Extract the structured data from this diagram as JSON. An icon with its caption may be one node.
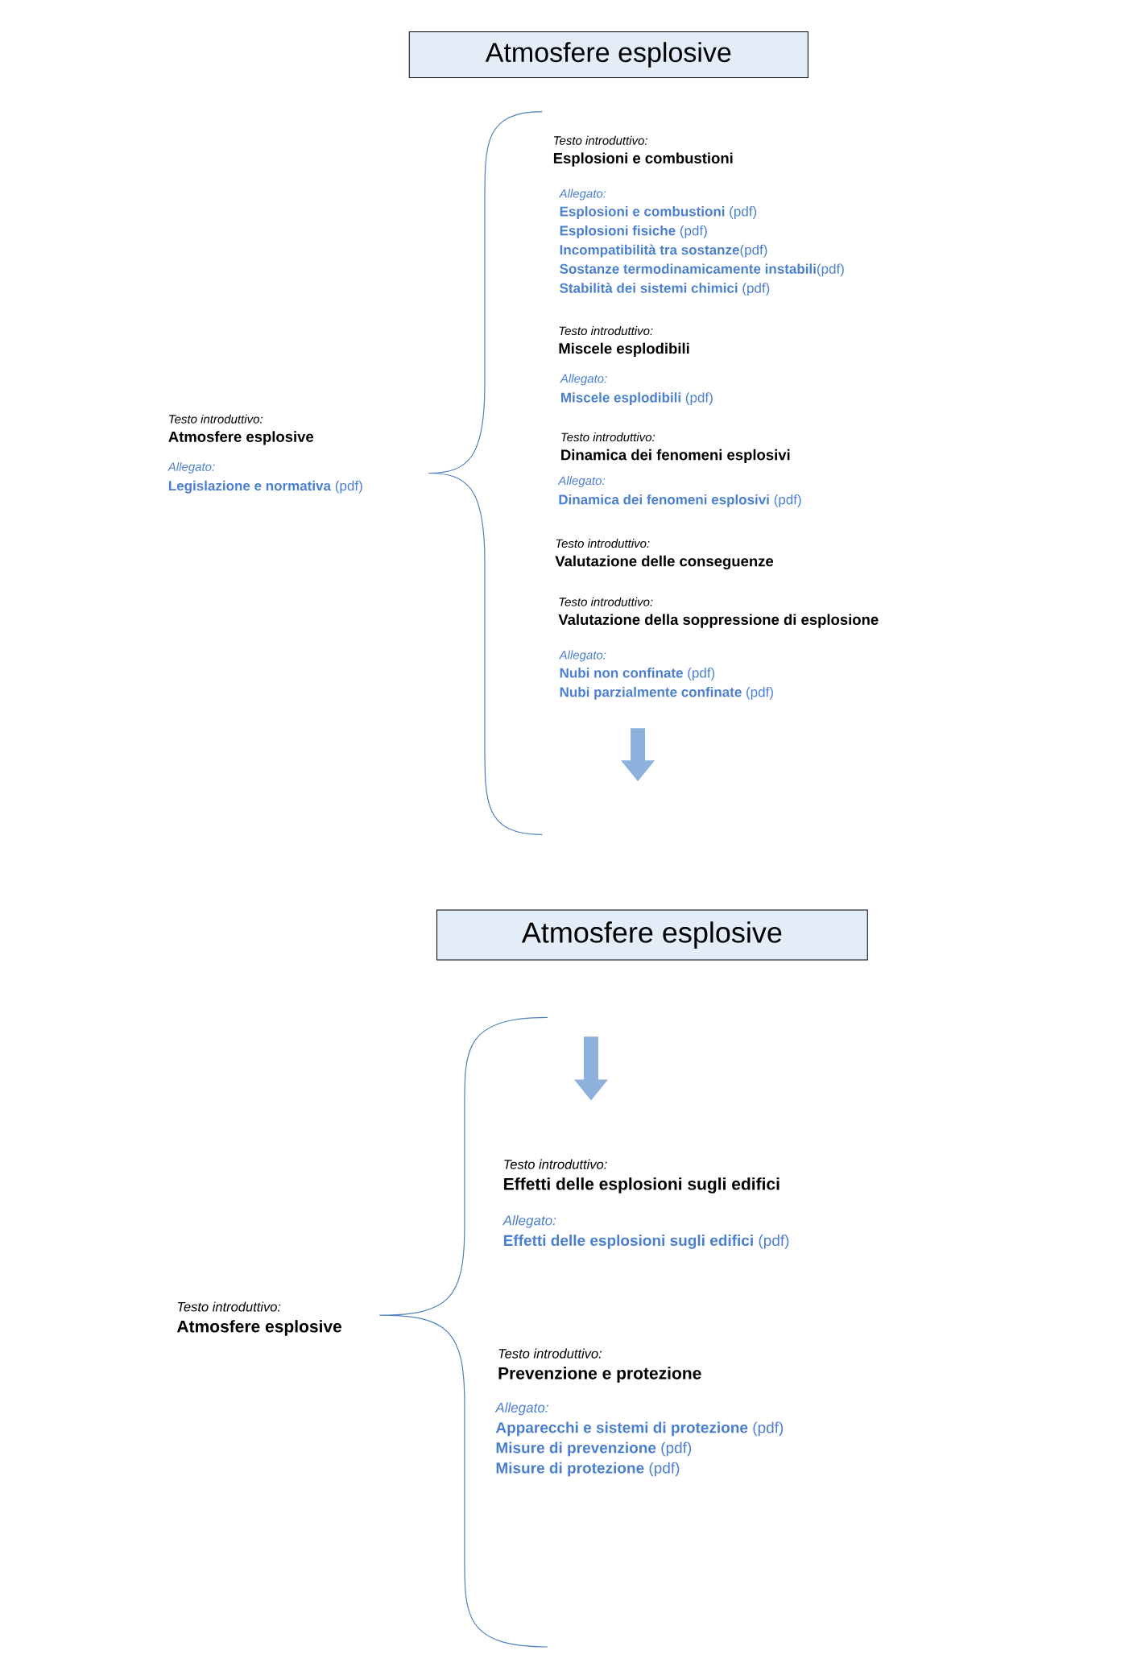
{
  "diagram": {
    "nodes": [
      {
        "text": [
          "Atmosfere esplosive"
        ]
      },
      {
        "text": [
          "Atmosfere esplosive"
        ]
      }
    ],
    "edges": [],
    "labels": [
      "Testo introduttivo:",
      "Esplosioni e combustioni",
      "Allegato:",
      "**Esplosioni e combustioni** (pdf)",
      "**Esplosioni fisiche** (pdf)",
      "**Incompatibilità tra sostanze**(pdf)",
      "**Sostanze termodinamicamente instabili**(pdf)",
      "**Stabilità dei sistemi chimici** (pdf)",
      "Testo introduttivo:",
      "Miscele esplodibili",
      "Allegato:",
      "**Miscele esplodibili** (pdf)",
      "Testo introduttivo:",
      "Atmosfere esplosive",
      "Allegato:",
      "**Legislazione e normativa** (pdf)",
      "Testo introduttivo:",
      "Dinamica dei fenomeni esplosivi",
      "Allegato:",
      "**Dinamica dei fenomeni esplosivi** (pdf)",
      "Testo introduttivo:",
      "Valutazione delle conseguenze",
      "Testo introduttivo:",
      "Valutazione della soppressione di esplosione",
      "Allegato:",
      "**Nubi non confinate** (pdf)",
      "**Nubi parzialmente confinate** (pdf)",
      "Testo introduttivo:",
      "Effetti delle esplosioni sugli edifici",
      "Allegato:",
      "**Effetti delle esplosioni sugli edifici** (pdf)",
      "Testo introduttivo:",
      "Atmosfere esplosive",
      "Testo introduttivo:",
      "Prevenzione e protezione",
      "Allegato:",
      "**Apparecchi e sistemi di protezione** (pdf)",
      "**Misure di prevenzione** (pdf)",
      "**Misure di protezione** (pdf)"
    ]
  }
}
